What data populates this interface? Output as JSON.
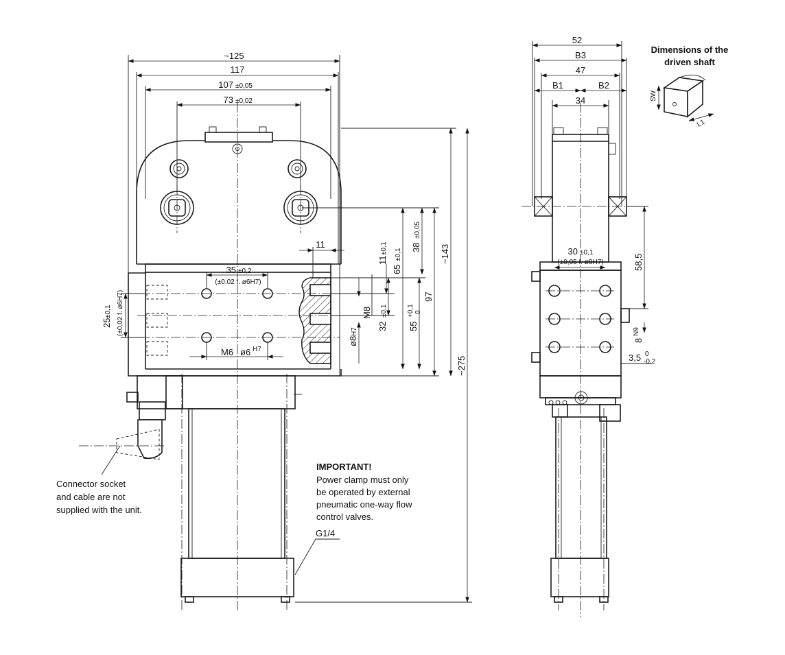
{
  "dims_front": {
    "d125": "~125",
    "d117": "117",
    "d107": "107",
    "d107_tol": "±0,05",
    "d73": "73",
    "d73_tol": "±0,02",
    "d11": "11",
    "d35": "35",
    "d35_tol": "±0,2",
    "d35_note": "(±0,02 f. ø6H7)",
    "d25": "25",
    "d25_tol": "±0,1",
    "d25_note": "(±0,02 f. ø6H7)",
    "m6": "M6",
    "d6": "ø6",
    "d6_fit": "H7",
    "d8": "ø8",
    "d8_fit": "H7",
    "m8": "M8",
    "d11v": "11",
    "d11v_tol": "±0,1",
    "d65": "65",
    "d65_tol": "±0,1",
    "d38": "38",
    "d38_tol": "±0,05",
    "d143": "~143",
    "d32": "32",
    "d32_tol": "±0,1",
    "d55": "55",
    "d55_tol_up": "+0,1",
    "d55_tol_low": "0",
    "d97": "97",
    "d275": "~275"
  },
  "dims_side": {
    "d52": "52",
    "b3": "B3",
    "d47": "47",
    "b1": "B1",
    "b2": "B2",
    "d34": "34",
    "d30": "30",
    "d30_tol": "±0,1",
    "d30_note": "(±0,05 f. ø8H7)",
    "d58_5": "58,5",
    "d8n9": "8",
    "d8n9_fit": "N9",
    "d3_5": "3,5",
    "d3_5_tol_up": "0",
    "d3_5_tol_low": "-0,2"
  },
  "shaft": {
    "title_line1": "Dimensions of the",
    "title_line2": "driven shaft",
    "sw": "SW",
    "l1": "L1"
  },
  "notes": {
    "connector_line1": "Connector socket",
    "connector_line2": "and cable are not",
    "connector_line3": "supplied with the unit.",
    "important_title": "IMPORTANT!",
    "important_line1": "Power clamp must only",
    "important_line2": "be operated by external",
    "important_line3": "pneumatic one-way flow",
    "important_line4": "control valves.",
    "port": "G1/4"
  }
}
